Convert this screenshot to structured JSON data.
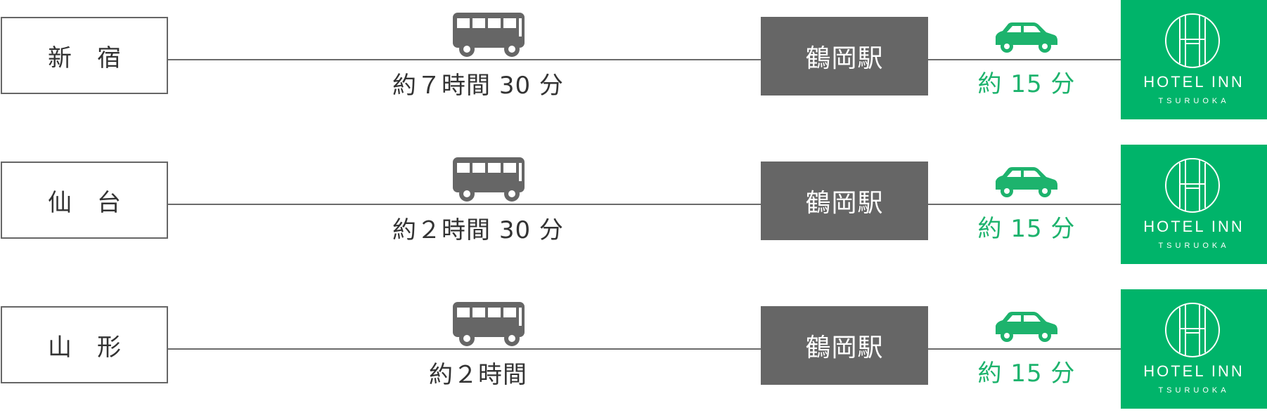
{
  "routes": [
    {
      "origin": "新宿",
      "bus_time": "約７時間 30 分",
      "station": "鶴岡駅",
      "car_time": "約 15 分"
    },
    {
      "origin": "仙台",
      "bus_time": "約２時間 30 分",
      "station": "鶴岡駅",
      "car_time": "約 15 分"
    },
    {
      "origin": "山形",
      "bus_time": "約２時間",
      "station": "鶴岡駅",
      "car_time": "約 15 分"
    }
  ],
  "hotel": {
    "name": "HOTEL INN",
    "subtitle": "TSURUOKA"
  },
  "icons": {
    "bus": "bus-icon",
    "car": "car-icon",
    "hotel_logo": "hotel-h-logo"
  },
  "colors": {
    "accent_green": "#00b46a",
    "text_green": "#1db36d",
    "station_gray": "#666666",
    "line_gray": "#6b6b6b"
  }
}
